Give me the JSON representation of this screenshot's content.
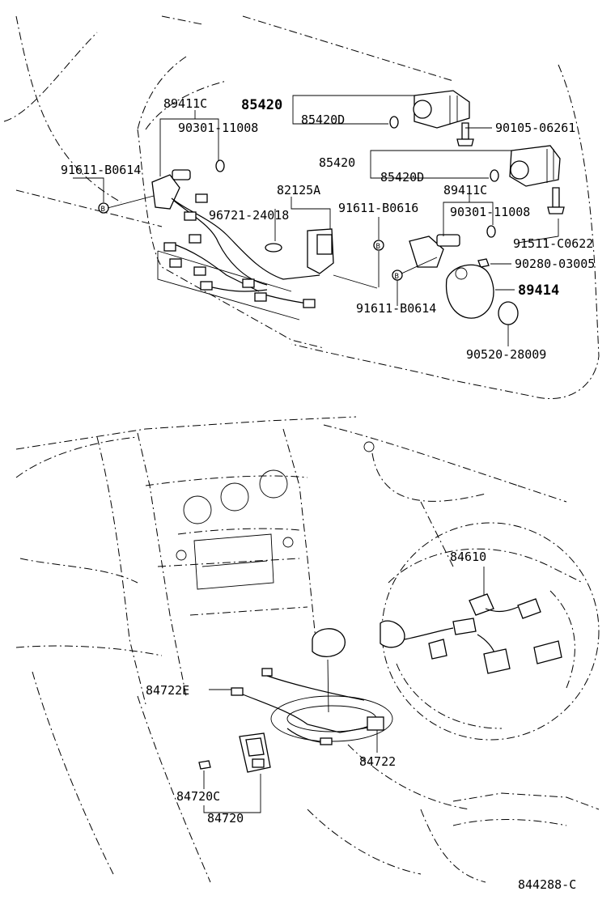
{
  "upper": {
    "labels": {
      "p89411C_a": "89411C",
      "p85420_a": "85420",
      "p90301_a": "90301-11008",
      "p85420D_a": "85420D",
      "p90105": "90105-06261",
      "p91611_left": "91611-B0614",
      "p85420_b": "85420",
      "p85420D_b": "85420D",
      "p89411C_b": "89411C",
      "p82125A": "82125A",
      "p96721": "96721-24018",
      "p91611_B0616": "91611-B0616",
      "p90301_b": "90301-11008",
      "p91511": "91511-C0622",
      "p90280": "90280-03005",
      "p89414": "89414",
      "p91611_right": "91611-B0614",
      "p90520": "90520-28009"
    },
    "clip_letter": "B"
  },
  "lower": {
    "labels": {
      "p84610": "84610",
      "p84722E": "84722E",
      "p84722": "84722",
      "p84720C": "84720C",
      "p84720": "84720"
    }
  },
  "footer": {
    "code": "844288-C"
  }
}
